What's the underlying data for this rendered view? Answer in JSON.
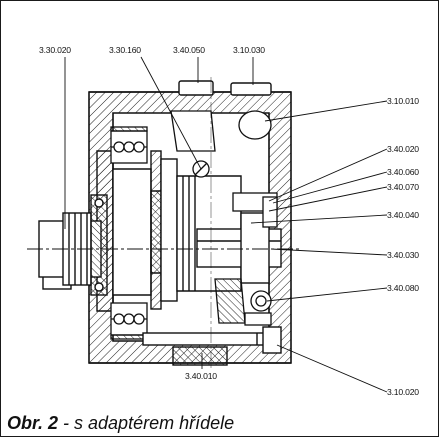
{
  "drawing": {
    "labels": {
      "l_3_30_020": "3.30.020",
      "l_3_30_160": "3.30.160",
      "l_3_40_050": "3.40.050",
      "l_3_10_030": "3.10.030",
      "l_3_10_010": "3.10.010",
      "l_3_40_020": "3.40.020",
      "l_3_40_060": "3.40.060",
      "l_3_40_070": "3.40.070",
      "l_3_40_040": "3.40.040",
      "l_3_40_030": "3.40.030",
      "l_3_40_080": "3.40.080",
      "l_3_40_010": "3.40.010",
      "l_3_10_020": "3.10.020"
    }
  },
  "caption": {
    "figure": "Obr. 2",
    "text": " - s adaptérem hřídele"
  }
}
